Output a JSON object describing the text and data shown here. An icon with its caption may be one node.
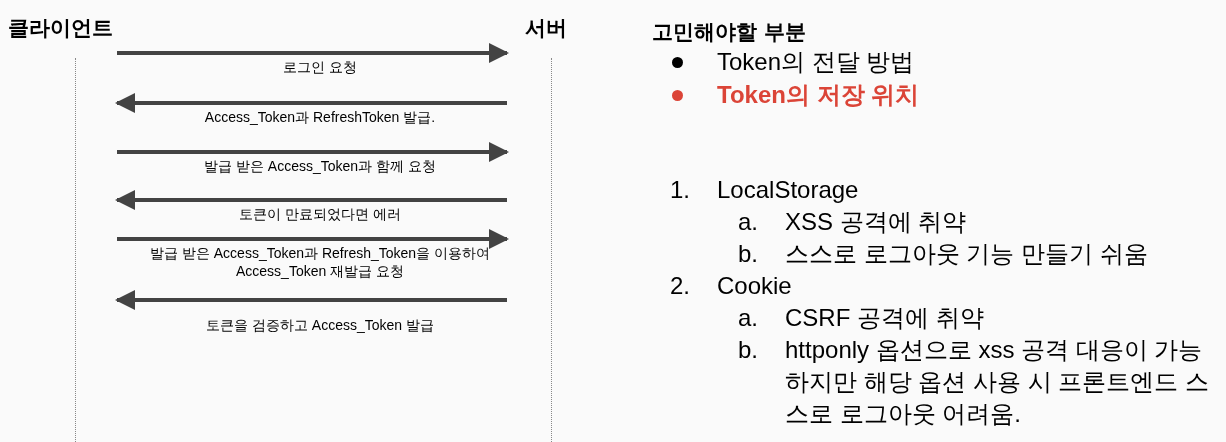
{
  "diagram": {
    "nodes": [
      {
        "text": [
          "클라이언트"
        ]
      },
      {
        "text": [
          "서버"
        ]
      }
    ],
    "edges": [
      {
        "from": 0,
        "to": 1,
        "arrow": "to",
        "label": "로그인 요청"
      },
      {
        "from": 1,
        "to": 0,
        "arrow": "to",
        "label": "Access_Token과 RefreshToken 발급."
      },
      {
        "from": 0,
        "to": 1,
        "arrow": "to",
        "label": "발급 받은 Access_Token과 함께 요청"
      },
      {
        "from": 1,
        "to": 0,
        "arrow": "to",
        "label": "토큰이 만료되었다면 에러"
      },
      {
        "from": 0,
        "to": 1,
        "arrow": "to",
        "label": "발급 받은 Access_Token과 Refresh_Token을 이용하여 Access_Token 재발급 요청"
      },
      {
        "from": 1,
        "to": 0,
        "arrow": "to",
        "label": "토큰을 검증하고 Access_Token 발급"
      }
    ],
    "labels": [
      "고민해야할 부분",
      "Token의 전달 방법",
      "Token의 저장 위치",
      "1.",
      "LocalStorage",
      "a.",
      "XSS 공격에 취약",
      "b.",
      "스스로 로그아웃 기능 만들기 쉬움",
      "2.",
      "Cookie",
      "a.",
      "CSRF 공격에 취약",
      "b.",
      "httponly 옵션으로 xss 공격 대응이 가능하지만 해당 옵션 사용 시 프론트엔드 스스로 로그아웃 어려움."
    ]
  }
}
